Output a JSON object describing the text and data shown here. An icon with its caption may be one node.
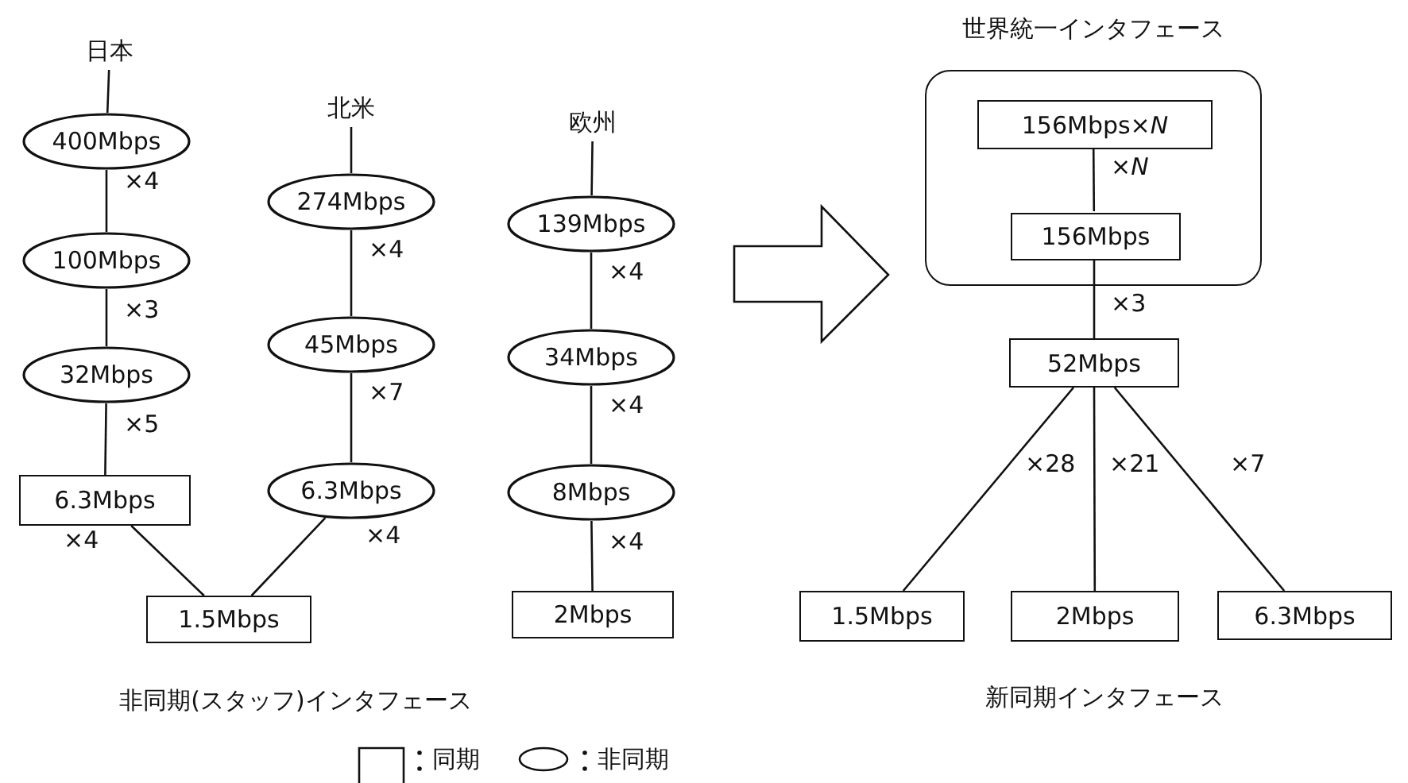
{
  "diagram": {
    "nodes": [
      {
        "text": [
          "日本"
        ]
      },
      {
        "text": [
          "400Mbps"
        ]
      },
      {
        "text": [
          "100Mbps"
        ]
      },
      {
        "text": [
          "32Mbps"
        ]
      },
      {
        "text": [
          "6.3Mbps"
        ]
      },
      {
        "text": [
          "1.5Mbps"
        ]
      },
      {
        "text": [
          "北米"
        ]
      },
      {
        "text": [
          "274Mbps"
        ]
      },
      {
        "text": [
          "45Mbps"
        ]
      },
      {
        "text": [
          "6.3Mbps"
        ]
      },
      {
        "text": [
          "欧州"
        ]
      },
      {
        "text": [
          "139Mbps"
        ]
      },
      {
        "text": [
          "34Mbps"
        ]
      },
      {
        "text": [
          "8Mbps"
        ]
      },
      {
        "text": [
          "2Mbps"
        ]
      },
      {
        "text": [
          "世界統一インタフェース"
        ]
      },
      {
        "text": [
          "156Mbps×*N*"
        ],
        "in": 15
      },
      {
        "text": [
          "156Mbps"
        ],
        "in": 15
      },
      {
        "text": [
          "52Mbps"
        ]
      },
      {
        "text": [
          "1.5Mbps"
        ]
      },
      {
        "text": [
          "2Mbps"
        ]
      },
      {
        "text": [
          "6.3Mbps"
        ]
      }
    ],
    "edges": [
      {
        "from": 0,
        "to": 1,
        "arrow": "none"
      },
      {
        "from": 1,
        "to": 2,
        "arrow": "none",
        "label": "×4"
      },
      {
        "from": 2,
        "to": 3,
        "arrow": "none",
        "label": "×3"
      },
      {
        "from": 3,
        "to": 4,
        "arrow": "none",
        "label": "×5"
      },
      {
        "from": 4,
        "to": 5,
        "arrow": "none",
        "label": "×4"
      },
      {
        "from": 6,
        "to": 7,
        "arrow": "none"
      },
      {
        "from": 7,
        "to": 8,
        "arrow": "none",
        "label": "×4"
      },
      {
        "from": 8,
        "to": 9,
        "arrow": "none",
        "label": "×7"
      },
      {
        "from": 9,
        "to": 5,
        "arrow": "none",
        "label": "×4"
      },
      {
        "from": 10,
        "to": 11,
        "arrow": "none"
      },
      {
        "from": 11,
        "to": 12,
        "arrow": "none",
        "label": "×4"
      },
      {
        "from": 12,
        "to": 13,
        "arrow": "none",
        "label": "×4"
      },
      {
        "from": 13,
        "to": 14,
        "arrow": "none",
        "label": "×4"
      },
      {
        "from": 16,
        "to": 17,
        "arrow": "none",
        "label": "×*N*"
      },
      {
        "from": 17,
        "to": 18,
        "arrow": "none",
        "label": "×3"
      },
      {
        "from": 18,
        "to": 19,
        "arrow": "none",
        "label": "×28"
      },
      {
        "from": 18,
        "to": 20,
        "arrow": "none",
        "label": "×21"
      },
      {
        "from": 18,
        "to": 21,
        "arrow": "none",
        "label": "×7"
      }
    ],
    "labels": [
      "非同期(スタッフ)インタフェース",
      "新同期インタフェース"
    ],
    "legend": [
      {
        "text": "同期"
      },
      {
        "text": "非同期"
      }
    ]
  }
}
